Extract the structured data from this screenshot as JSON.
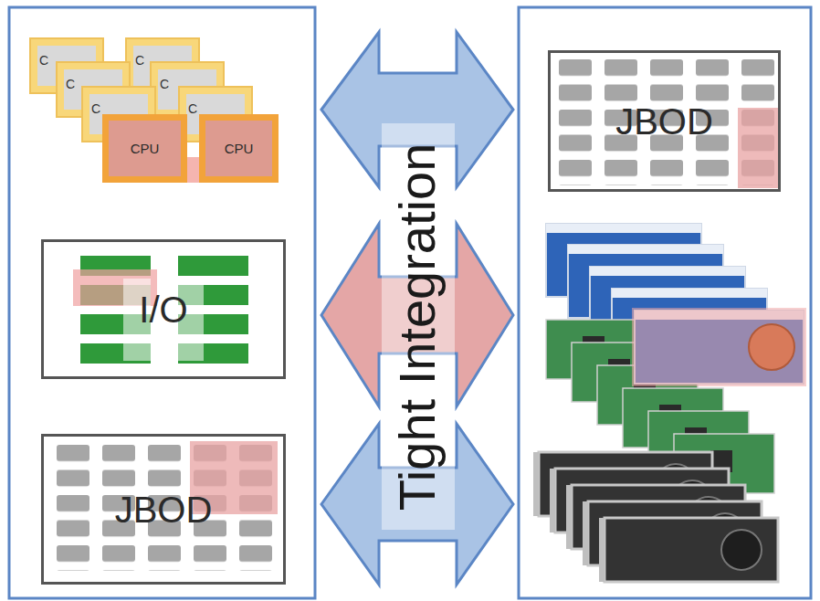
{
  "diagram": {
    "nodes": [
      {
        "text": [
          "CPU"
        ]
      },
      {
        "text": [
          "CPU"
        ]
      },
      {
        "text": [
          "I/O"
        ]
      },
      {
        "text": [
          "JBOD"
        ]
      },
      {
        "text": [
          "JBOD"
        ]
      }
    ],
    "labels": [
      "C",
      "C",
      "C",
      "C",
      "C",
      "C",
      "Tight Integration"
    ]
  }
}
